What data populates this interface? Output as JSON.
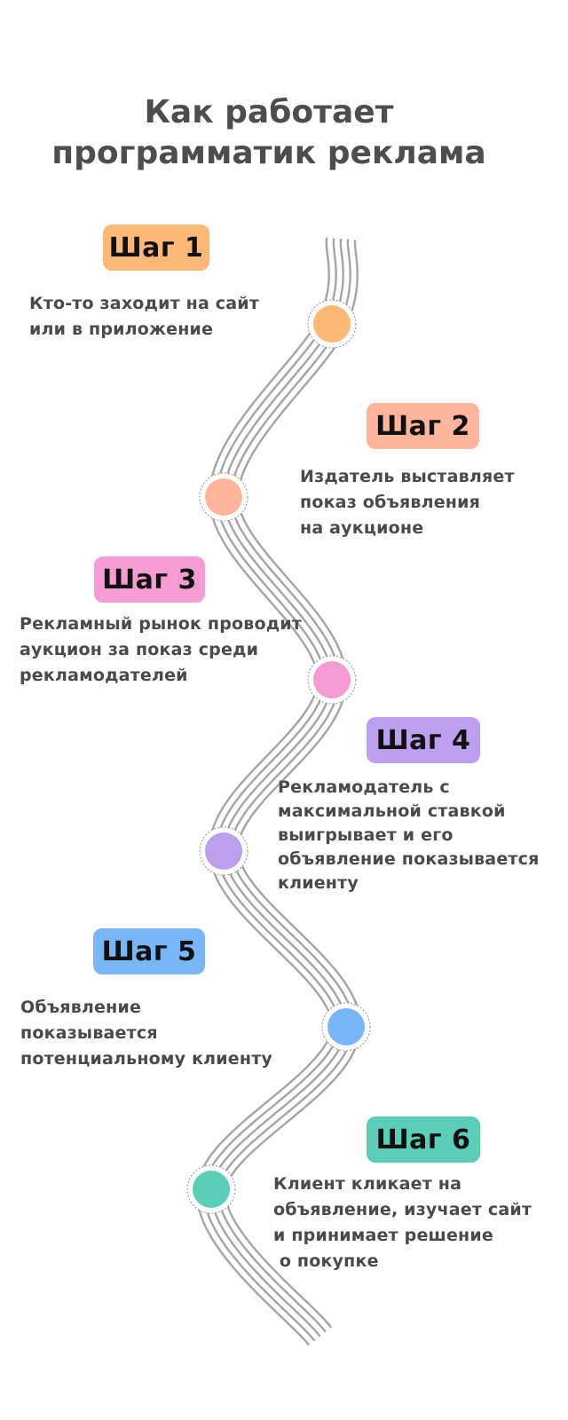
{
  "title": {
    "line1": "Как работает",
    "line2": "программатик реклама"
  },
  "steps": [
    {
      "badge": "Шаг 1",
      "color": "#ffb877",
      "text": "Кто-то заходит на сайт\nили в приложение"
    },
    {
      "badge": "Шаг 2",
      "color": "#ffb49c",
      "text": "Издатель выставляет\nпоказ объявления\nна аукционе"
    },
    {
      "badge": "Шаг 3",
      "color": "#f79bd5",
      "text": "Рекламный рынок проводит\nаукцион за показ среди\nрекламодателей"
    },
    {
      "badge": "Шаг 4",
      "color": "#bd9ff0",
      "text": "Рекламодатель с\nмаксимальной ставкой\nвыигрывает и его\nобъявление показывается\nклиенту"
    },
    {
      "badge": "Шаг 5",
      "color": "#79b6f8",
      "text": "Объявление\nпоказывается\nпотенциальному клиенту"
    },
    {
      "badge": "Шаг 6",
      "color": "#5ccdb7",
      "text": "Клиент кликает на\nобъявление, изучает сайт\nи принимает решение\n о покупке"
    }
  ]
}
